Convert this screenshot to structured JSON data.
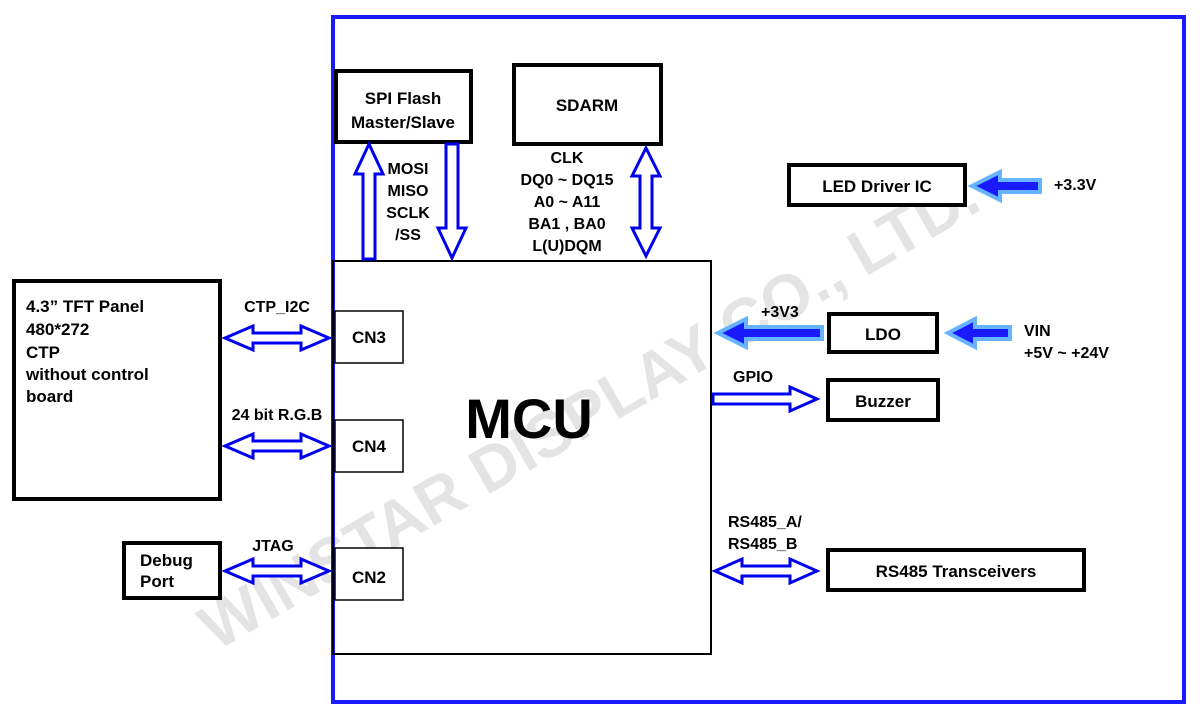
{
  "watermark": "WINSTAR DISPLAY CO., LTD.",
  "colors": {
    "border": "#1a1aff",
    "arrow_stroke": "#0000ee",
    "arrow_fill": "#ffffff",
    "power_arrow": "#1a1aff",
    "power_glow": "#66b3ff"
  },
  "blocks": {
    "spi_flash": [
      "SPI Flash",
      "Master/Slave"
    ],
    "sdarm": "SDARM",
    "led_driver": "LED Driver IC",
    "ldo": "LDO",
    "buzzer": "Buzzer",
    "rs485": "RS485 Transceivers",
    "mcu": "MCU",
    "cn3": "CN3",
    "cn4": "CN4",
    "cn2": "CN2",
    "tft_panel": [
      "4.3” TFT Panel",
      "480*272",
      "CTP",
      "without control",
      "board"
    ],
    "debug_port": [
      "Debug",
      "Port"
    ]
  },
  "signals": {
    "spi": [
      "MOSI",
      "MISO",
      "SCLK",
      "/SS"
    ],
    "sdram": [
      "CLK",
      "DQ0 ~ DQ15",
      "A0 ~ A11",
      "BA1 , BA0",
      "L(U)DQM"
    ],
    "led_supply": "+3.3V",
    "ldo_out": "+3V3",
    "vin": [
      "VIN",
      "+5V ~ +24V"
    ],
    "gpio": "GPIO",
    "rs485": [
      "RS485_A/",
      "RS485_B"
    ],
    "ctp": "CTP_I2C",
    "rgb": "24 bit R.G.B",
    "jtag": "JTAG"
  }
}
